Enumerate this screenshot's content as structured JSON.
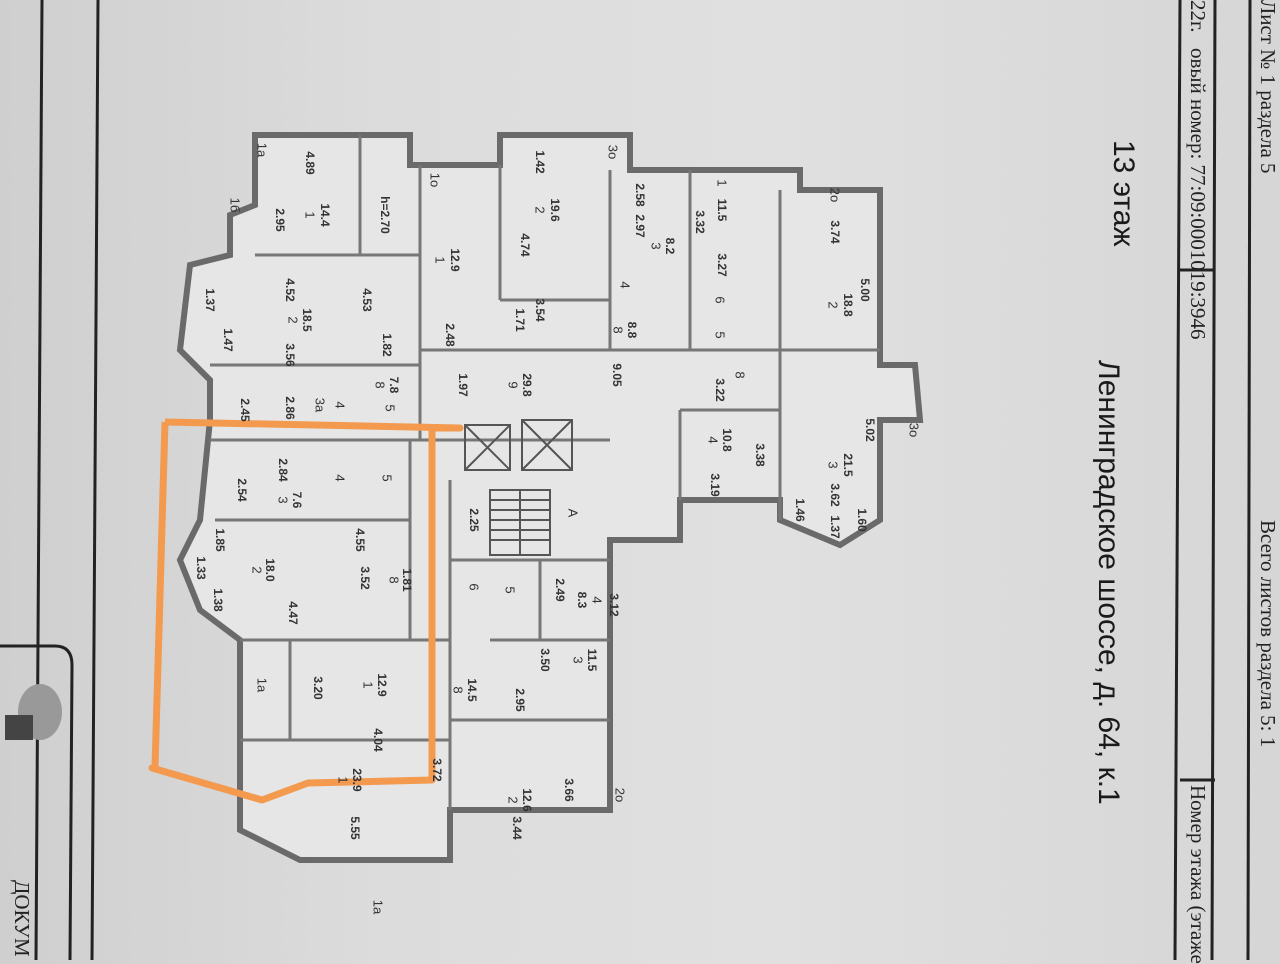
{
  "header": {
    "floor_title": "13 этаж",
    "address": "Ленинградское шоссе, д. 64, к.1",
    "cadastral": "овый номер: 77:09:0001019:3946",
    "date_fragment": "22г.",
    "sheet": "Лист № 1 раздела 5",
    "total_sheets": "Всего листов раздела 5: 1",
    "floor_number": "Номер этажа (этаже",
    "doc_fragment": "ДОКУМ"
  },
  "colors": {
    "highlight": "#f39a4f",
    "walls": "#6a6a6a"
  },
  "plan_labels": [
    "1а",
    "1б",
    "4.89",
    "2.95",
    "1",
    "14.4",
    "h=2.70",
    "1о",
    "1.42",
    "3о",
    "2.58",
    "2.97",
    "3",
    "8.2",
    "2",
    "19.6",
    "4.74",
    "1",
    "12.9",
    "3.54",
    "1.71",
    "1",
    "11.5",
    "3.32",
    "3.27",
    "2о",
    "3.74",
    "5.00",
    "2",
    "18.8",
    "6",
    "5",
    "8",
    "8.8",
    "4",
    "4.52",
    "2",
    "18.5",
    "3.56",
    "4.53",
    "1.82",
    "1.37",
    "1.47",
    "2.48",
    "8",
    "7.8",
    "1.97",
    "9",
    "29.8",
    "9.05",
    "3.22",
    "8",
    "3о",
    "5.02",
    "3",
    "21.5",
    "3.62",
    "1.46",
    "1.37",
    "1.60",
    "3.38",
    "4",
    "10.8",
    "3.19",
    "2.45",
    "2.86",
    "3а",
    "4",
    "5",
    "2.84",
    "2.54",
    "3",
    "7.6",
    "4",
    "5",
    "4.55",
    "1.85",
    "1.33",
    "1.38",
    "2",
    "18.0",
    "3.52",
    "8",
    "1.81",
    "4.47",
    "2.25",
    "А",
    "2.49",
    "3.12",
    "4",
    "8.3",
    "6",
    "5",
    "3.50",
    "3",
    "11.5",
    "2.95",
    "8",
    "14.5",
    "1а",
    "3.20",
    "1",
    "12.9",
    "4.04",
    "1",
    "23.9",
    "3.72",
    "5.55",
    "2",
    "12.6",
    "3.66",
    "3.44",
    "2о",
    "1а"
  ]
}
